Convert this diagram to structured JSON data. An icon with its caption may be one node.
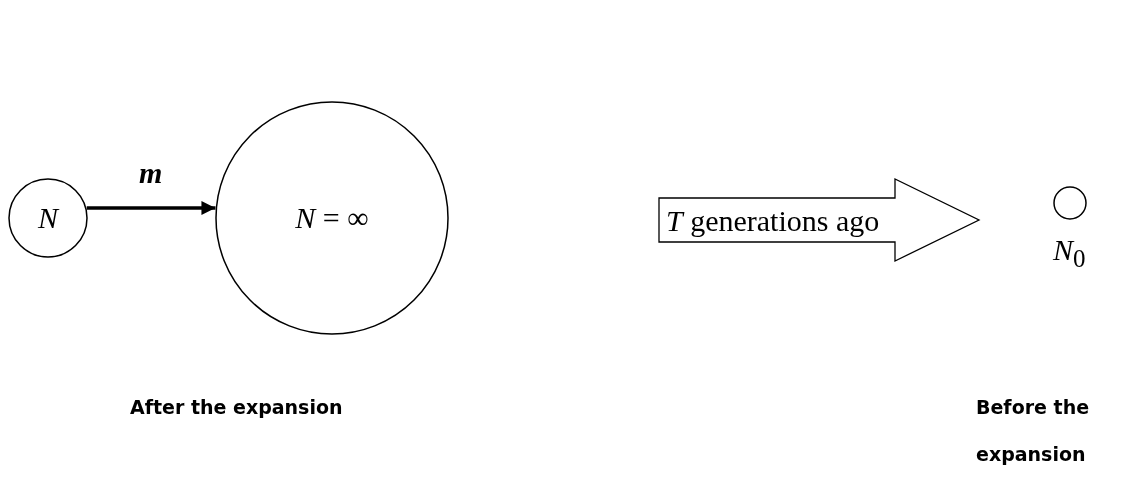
{
  "diagram": {
    "nodes": [
      {
        "text": [
          "N"
        ]
      },
      {
        "text": [
          "*N* = ∞"
        ]
      },
      {
        "text": [
          "*T* generations ago"
        ]
      },
      {
        "text": [],
        "shape": "circle",
        "beside": [
          "*N*$_{0}$"
        ]
      }
    ],
    "edges": [
      {
        "from": 0,
        "to": 1,
        "arrow": "to",
        "label": "m"
      }
    ],
    "labels": [
      "After the expansion",
      "Before the expansion"
    ]
  }
}
